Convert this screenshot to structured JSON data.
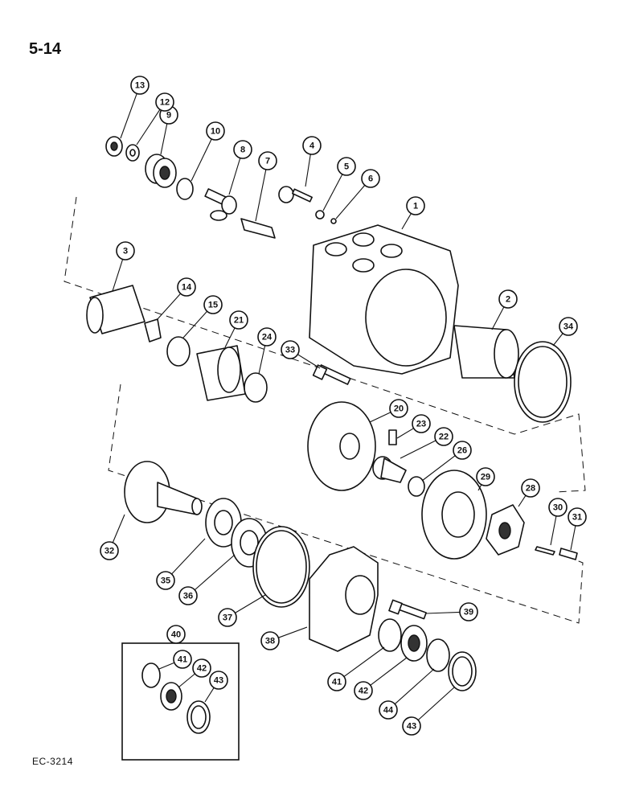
{
  "page": {
    "page_number": "5-14",
    "figure_code": "EC-3214"
  },
  "callouts": [
    {
      "label": "1"
    },
    {
      "label": "2"
    },
    {
      "label": "3"
    },
    {
      "label": "4"
    },
    {
      "label": "5"
    },
    {
      "label": "6"
    },
    {
      "label": "7"
    },
    {
      "label": "8"
    },
    {
      "label": "9"
    },
    {
      "label": "10"
    },
    {
      "label": "12"
    },
    {
      "label": "13"
    },
    {
      "label": "14"
    },
    {
      "label": "15"
    },
    {
      "label": "20"
    },
    {
      "label": "21"
    },
    {
      "label": "22"
    },
    {
      "label": "23"
    },
    {
      "label": "24"
    },
    {
      "label": "26"
    },
    {
      "label": "28"
    },
    {
      "label": "29"
    },
    {
      "label": "30"
    },
    {
      "label": "31"
    },
    {
      "label": "32"
    },
    {
      "label": "33"
    },
    {
      "label": "34"
    },
    {
      "label": "35"
    },
    {
      "label": "36"
    },
    {
      "label": "37"
    },
    {
      "label": "38"
    },
    {
      "label": "39"
    },
    {
      "label": "40"
    },
    {
      "label": "41"
    },
    {
      "label": "42"
    },
    {
      "label": "43"
    },
    {
      "label": "41"
    },
    {
      "label": "42"
    },
    {
      "label": "44"
    },
    {
      "label": "43"
    }
  ]
}
